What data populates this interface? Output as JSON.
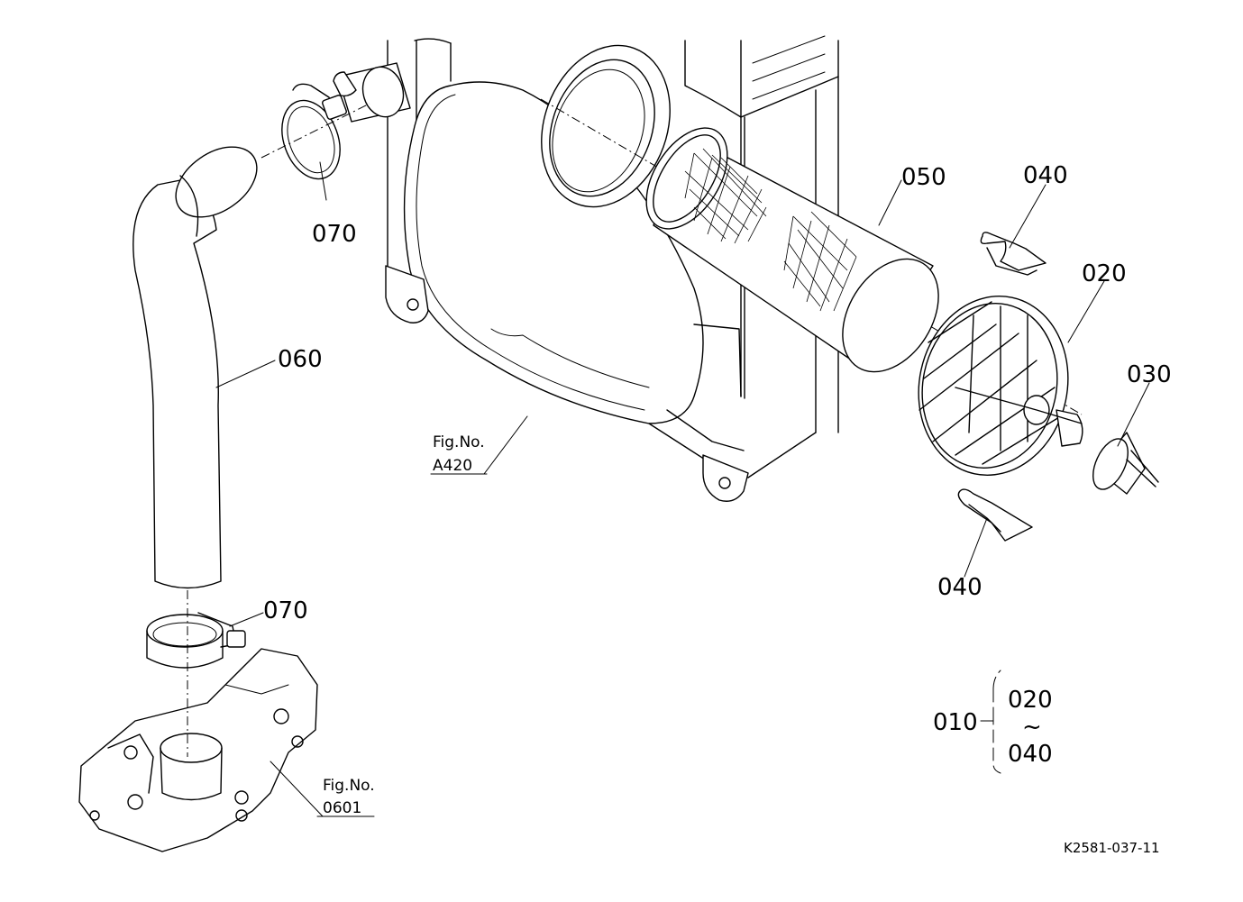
{
  "callouts": {
    "p050": "050",
    "p040_top": "040",
    "p040_bottom": "040",
    "p020": "020",
    "p030": "030",
    "p060": "060",
    "p070_top": "070",
    "p070_bottom": "070"
  },
  "fig_refs": {
    "a420": {
      "label": "Fig.No.",
      "number": "A420"
    },
    "f0601": {
      "label": "Fig.No.",
      "number": "0601"
    }
  },
  "assembly_group": {
    "parent": "010",
    "range_start": "020",
    "range_separator": "~",
    "range_end": "040"
  },
  "diagram_id": "K2581-037-11"
}
